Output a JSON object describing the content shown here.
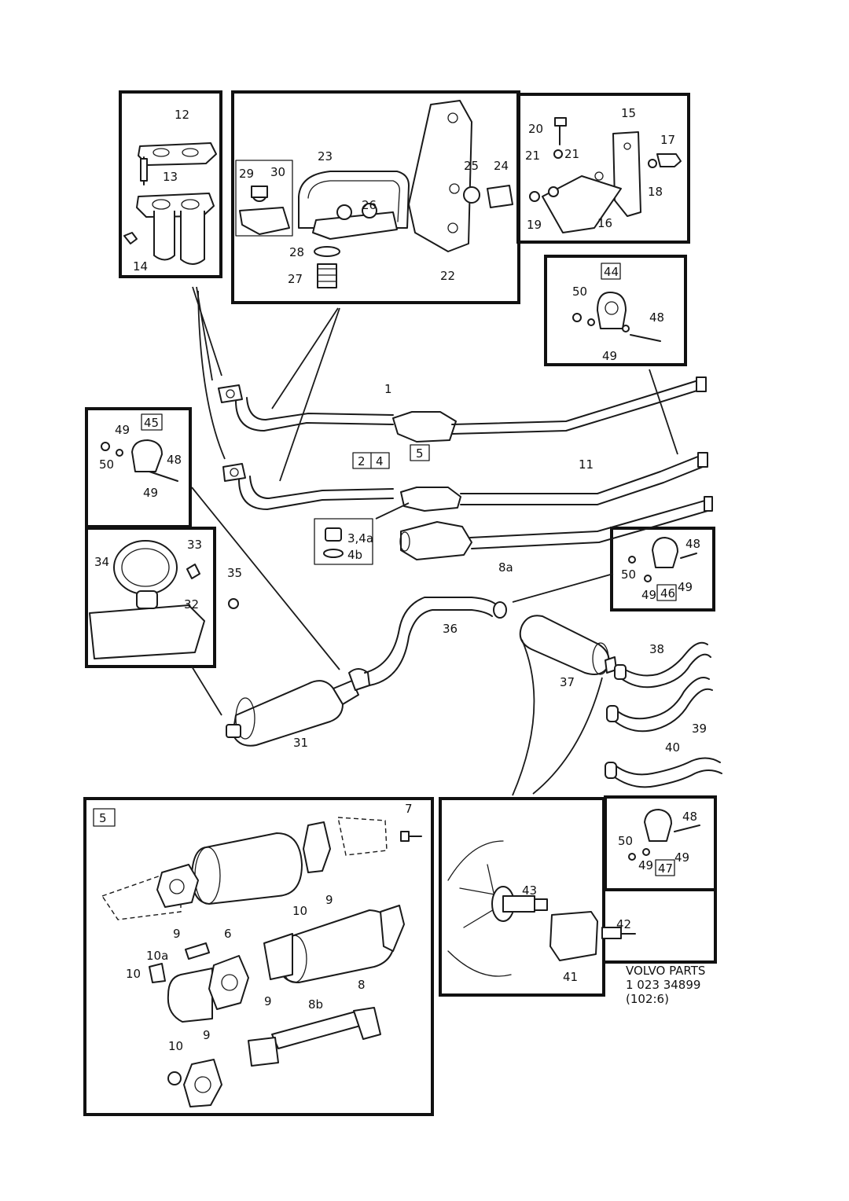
{
  "labels": {
    "p1": "1",
    "p2": "2",
    "p4": "4",
    "p5": "5",
    "p6": "6",
    "p7": "7",
    "p8": "8",
    "p8a": "8a",
    "p8b": "8b",
    "p9a": "9",
    "p9b": "9",
    "p9c": "9",
    "p9d": "9",
    "p10a": "10",
    "p10b": "10",
    "p10c": "10",
    "p10x": "10a",
    "p11": "11",
    "p12": "12",
    "p13": "13",
    "p14": "14",
    "p15": "15",
    "p16": "16",
    "p17": "17",
    "p18": "18",
    "p19": "19",
    "p20": "20",
    "p21a": "21",
    "p21b": "21",
    "p22": "22",
    "p23": "23",
    "p24": "24",
    "p25": "25",
    "p26": "26",
    "p27": "27",
    "p28": "28",
    "p29": "29",
    "p30": "30",
    "p31": "31",
    "p32": "32",
    "p33": "33",
    "p34": "34",
    "p35": "35",
    "p36": "36",
    "p37": "37",
    "p38": "38",
    "p39": "39",
    "p40": "40",
    "p41": "41",
    "p42": "42",
    "p43": "43",
    "p44": "44",
    "p45": "45",
    "p46": "46",
    "p47": "47",
    "p48a": "48",
    "p48b": "48",
    "p48c": "48",
    "p48d": "48",
    "p49a": "49",
    "p49b": "49",
    "p49c": "49",
    "p49d": "49",
    "p49e": "49",
    "p49f": "49",
    "p50a": "50",
    "p50b": "50",
    "p50c": "50",
    "p50d": "50",
    "p34a": "3,4a",
    "p4b": "4b",
    "p5box": "5"
  },
  "caption": {
    "line1": "VOLVO PARTS",
    "line2": "1  023  34899",
    "line3": "(102:6)"
  }
}
